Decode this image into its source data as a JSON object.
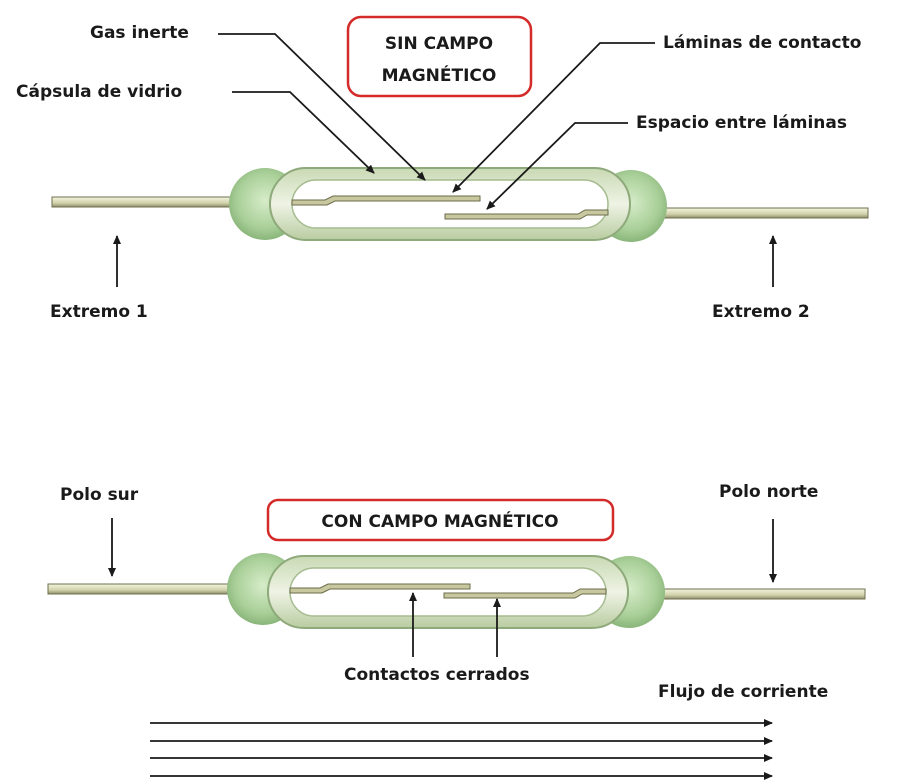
{
  "top": {
    "state_label": [
      "SIN CAMPO",
      "MAGNÉTICO"
    ],
    "labels": {
      "gas": "Gas inerte",
      "capsule": "Cápsula de vidrio",
      "blades": "Láminas de contacto",
      "gap": "Espacio entre láminas",
      "end1": "Extremo 1",
      "end2": "Extremo 2"
    }
  },
  "bottom": {
    "state_label": "CON CAMPO MAGNÉTICO",
    "labels": {
      "south": "Polo sur",
      "north": "Polo norte",
      "closed": "Contactos cerrados",
      "current": "Flujo de corriente"
    }
  },
  "colors": {
    "highlight_box": "#d42a2a",
    "bulb": "#b5d9a8",
    "glass": "#dfe9cf",
    "lead": "#dcdcb8"
  }
}
